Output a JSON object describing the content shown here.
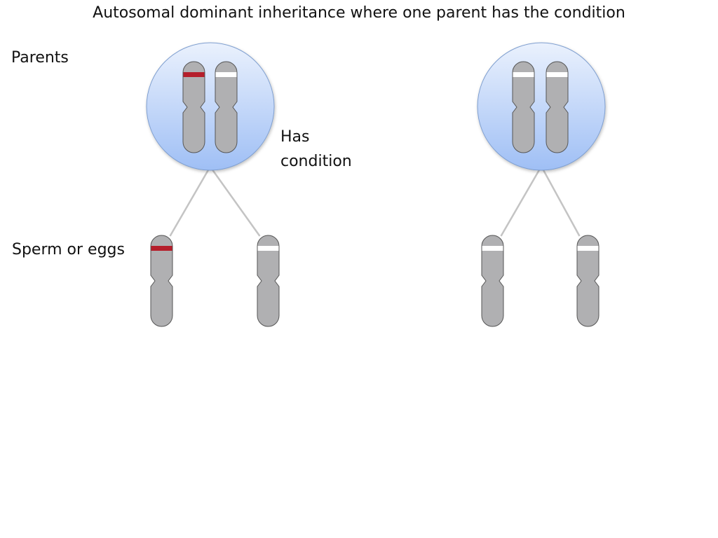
{
  "title": "Autosomal dominant inheritance where one parent has the condition",
  "labels": {
    "parents": "Parents",
    "gametes": "Sperm or eggs",
    "has_condition": "Has condition"
  },
  "colors": {
    "chromosome_fill": "#b0b0b2",
    "chromosome_stroke": "#555555",
    "affected_band": "#b51e2b",
    "unaffected_band": "#ffffff",
    "cell_top": "#eaf1fd",
    "cell_bottom": "#9fbff5",
    "cell_stroke": "#7f9fd0",
    "connector": "#c4c4c4"
  },
  "parents": [
    {
      "id": "parent-affected",
      "has_condition": true,
      "chromosomes": [
        "affected",
        "unaffected"
      ],
      "gametes": [
        "affected",
        "unaffected"
      ]
    },
    {
      "id": "parent-unaffected",
      "has_condition": false,
      "chromosomes": [
        "unaffected",
        "unaffected"
      ],
      "gametes": [
        "unaffected",
        "unaffected"
      ]
    }
  ]
}
